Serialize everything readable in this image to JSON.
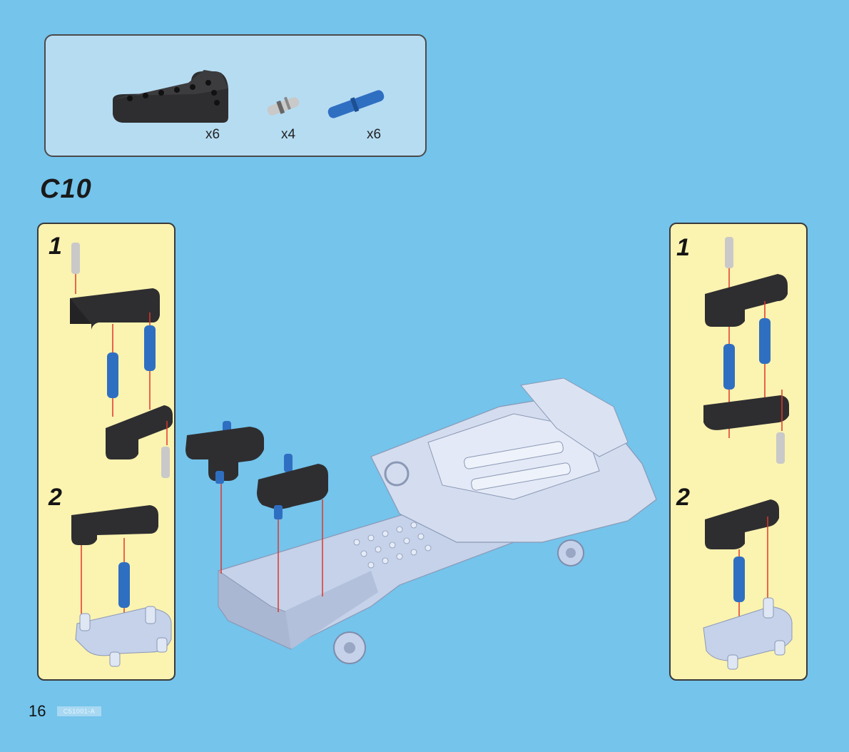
{
  "parts": {
    "items": [
      {
        "name": "l-beam-dark-icon",
        "qty": "x6"
      },
      {
        "name": "pin-grey-icon",
        "qty": "x4"
      },
      {
        "name": "axle-pin-blue-icon",
        "qty": "x6"
      }
    ]
  },
  "step": {
    "title": "C10"
  },
  "left_panel": {
    "substep1": "1",
    "substep2": "2"
  },
  "right_panel": {
    "substep1": "1",
    "substep2": "2"
  },
  "footer": {
    "page_number": "16",
    "code": "C51001-A"
  },
  "colors": {
    "background": "#74c4ec",
    "parts_box": "#b6dcf2",
    "panel": "#fbf3b0",
    "beam": "#2e2e30",
    "pin_blue": "#2f6fc2",
    "pin_grey": "#c9c9c9",
    "chassis": "#c5d2ea",
    "guide_line": "#e0362a"
  }
}
